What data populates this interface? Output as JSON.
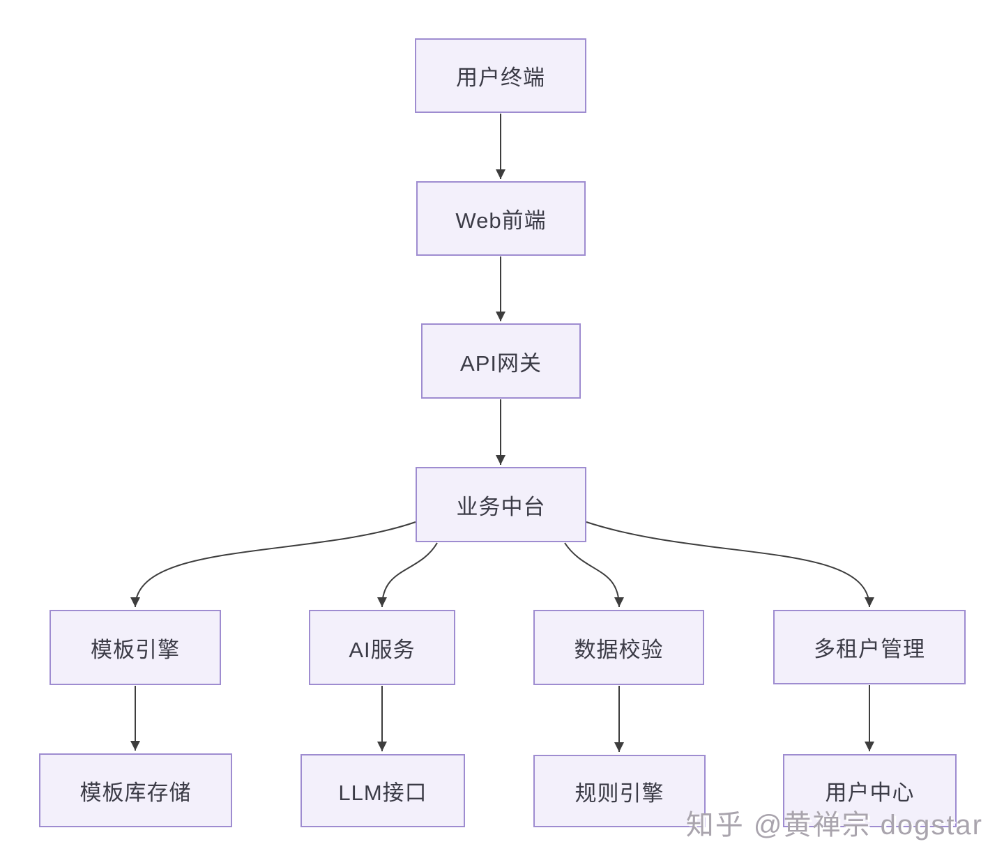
{
  "diagram": {
    "type": "flowchart",
    "direction": "top-down",
    "nodes": [
      {
        "id": "user-terminal",
        "label": "用户终端"
      },
      {
        "id": "web-frontend",
        "label": "Web前端"
      },
      {
        "id": "api-gateway",
        "label": "API网关"
      },
      {
        "id": "business-platform",
        "label": "业务中台"
      },
      {
        "id": "template-engine",
        "label": "模板引擎"
      },
      {
        "id": "ai-service",
        "label": "AI服务"
      },
      {
        "id": "data-validation",
        "label": "数据校验"
      },
      {
        "id": "multi-tenant",
        "label": "多租户管理"
      },
      {
        "id": "template-storage",
        "label": "模板库存储"
      },
      {
        "id": "llm-interface",
        "label": "LLM接口"
      },
      {
        "id": "rule-engine",
        "label": "规则引擎"
      },
      {
        "id": "user-center",
        "label": "用户中心"
      }
    ],
    "edges": [
      {
        "from": "用户终端",
        "to": "Web前端"
      },
      {
        "from": "Web前端",
        "to": "API网关"
      },
      {
        "from": "API网关",
        "to": "业务中台"
      },
      {
        "from": "业务中台",
        "to": "模板引擎"
      },
      {
        "from": "业务中台",
        "to": "AI服务"
      },
      {
        "from": "业务中台",
        "to": "数据校验"
      },
      {
        "from": "业务中台",
        "to": "多租户管理"
      },
      {
        "from": "模板引擎",
        "to": "模板库存储"
      },
      {
        "from": "AI服务",
        "to": "LLM接口"
      },
      {
        "from": "数据校验",
        "to": "规则引擎"
      },
      {
        "from": "多租户管理",
        "to": "用户中心"
      }
    ],
    "colors": {
      "node_fill": "#f3f0fb",
      "node_border": "#9e8cd0",
      "edge": "#3d3d3d",
      "text": "#3b3b46",
      "background": "#ffffff",
      "watermark": "#a9a4ad"
    }
  },
  "watermark": {
    "text": "知乎 @黄禅宗 dogstar"
  }
}
